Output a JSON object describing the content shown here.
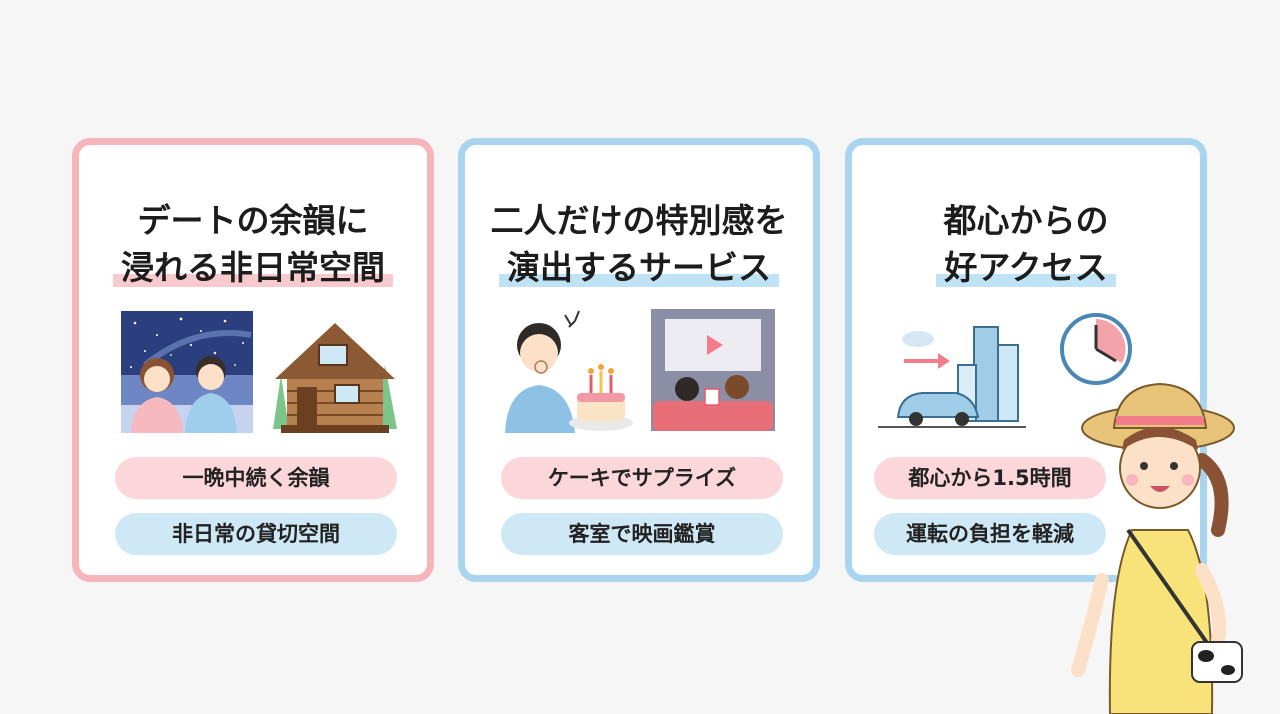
{
  "cards": [
    {
      "title_line1": "デートの余韻に",
      "title_line2": "浸れる非日常空間",
      "pill1": "一晩中続く余韻",
      "pill2": "非日常の貸切空間"
    },
    {
      "title_line1": "二人だけの特別感を",
      "title_line2": "演出するサービス",
      "pill1": "ケーキでサプライズ",
      "pill2": "客室で映画鑑賞"
    },
    {
      "title_line1": "都心からの",
      "title_line2": "好アクセス",
      "pill1": "都心から1.5時間",
      "pill2": "運転の負担を軽減"
    }
  ],
  "icons": {
    "card1": [
      "starry-sky-couple-icon",
      "log-cabin-icon"
    ],
    "card2": [
      "surprised-man-icon",
      "birthday-cake-icon",
      "movie-theater-icon"
    ],
    "card3": [
      "car-to-city-icon",
      "clock-icon"
    ],
    "mascot": "girl-with-straw-hat-icon"
  },
  "colors": {
    "pink_border": "#f5b5bb",
    "blue_border": "#a9d6ee",
    "pink_pill": "#fbd6da",
    "blue_pill": "#cfe8f6"
  }
}
